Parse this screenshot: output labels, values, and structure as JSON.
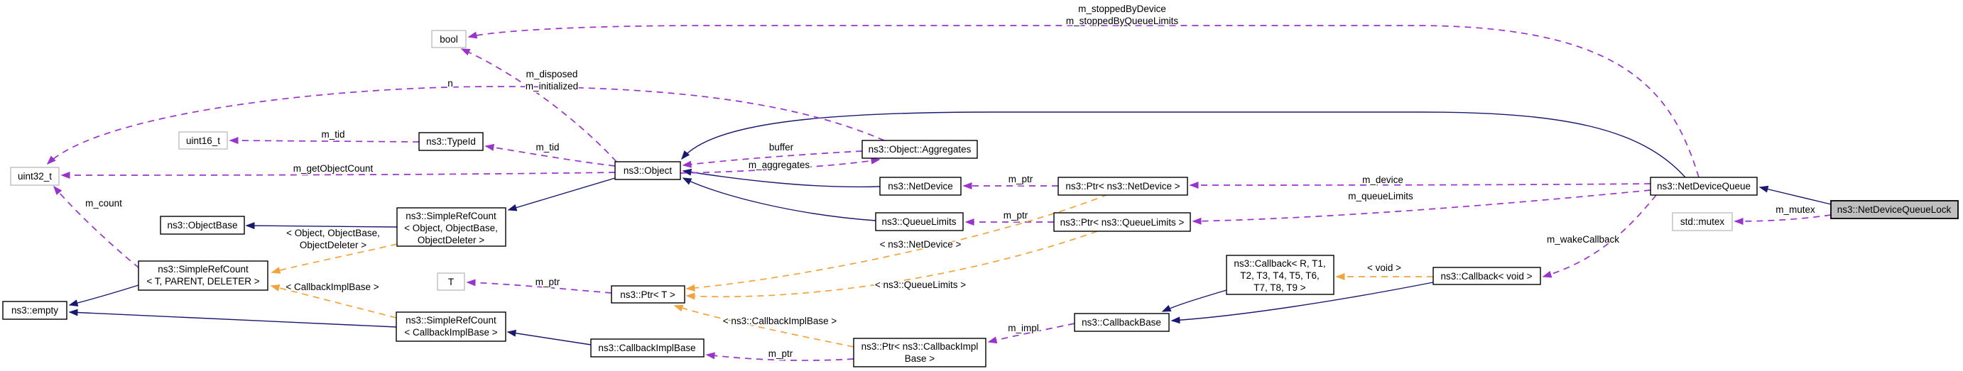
{
  "diagram": {
    "kind": "doxygen-collaboration-graph",
    "current_class": "ns3::NetDeviceQueueLock",
    "colors": {
      "inheritance_edge": "#191970",
      "usage_edge": "#9a32cd",
      "template_edge": "#f2a33c",
      "node_border": "#000000",
      "external_node_border": "#bebebe",
      "current_node_fill": "#bfbfbf",
      "background": "#ffffff"
    },
    "nodes": {
      "bool": {
        "label": "bool"
      },
      "uint16_t": {
        "label": "uint16_t"
      },
      "typeid": {
        "label": "ns3::TypeId"
      },
      "uint32_t": {
        "label": "uint32_t"
      },
      "object": {
        "label": "ns3::Object"
      },
      "aggregates": {
        "label": "ns3::Object::Aggregates"
      },
      "netdevice": {
        "label": "ns3::NetDevice"
      },
      "ptr_netdevice": {
        "label": "ns3::Ptr< ns3::NetDevice >"
      },
      "queuelimits": {
        "label": "ns3::QueueLimits"
      },
      "ptr_queuelimits": {
        "label": "ns3::Ptr< ns3::QueueLimits >"
      },
      "objectbase": {
        "label": "ns3::ObjectBase"
      },
      "simplerefcount_object": {
        "lines": [
          "ns3::SimpleRefCount",
          "< Object, ObjectBase,",
          "ObjectDeleter >"
        ]
      },
      "simplerefcount_t": {
        "lines": [
          "ns3::SimpleRefCount",
          "< T, PARENT, DELETER >"
        ]
      },
      "t": {
        "label": "T"
      },
      "ptr_t": {
        "label": "ns3::Ptr< T >"
      },
      "empty": {
        "label": "ns3::empty"
      },
      "simplerefcount_cib": {
        "lines": [
          "ns3::SimpleRefCount",
          "< CallbackImplBase >"
        ]
      },
      "callbackimplbase": {
        "label": "ns3::CallbackImplBase"
      },
      "ptr_callbackimplbase": {
        "lines": [
          "ns3::Ptr< ns3::CallbackImpl",
          "Base >"
        ]
      },
      "callbackbase": {
        "label": "ns3::CallbackBase"
      },
      "callback_r": {
        "lines": [
          "ns3::Callback< R, T1,",
          "T2, T3, T4, T5, T6,",
          "T7, T8, T9 >"
        ]
      },
      "callback_void": {
        "label": "ns3::Callback< void >"
      },
      "netdevicequeue": {
        "label": "ns3::NetDeviceQueue"
      },
      "std_mutex": {
        "label": "std::mutex"
      },
      "netdevicequeuelock": {
        "label": "ns3::NetDeviceQueueLock"
      }
    },
    "edge_labels": {
      "stopped": {
        "lines": [
          "m_stoppedByDevice",
          "m_stoppedByQueueLimits"
        ]
      },
      "n": {
        "text": "n"
      },
      "disposed": {
        "lines": [
          "m_disposed",
          "m_initialized"
        ]
      },
      "m_tid_typeid": {
        "text": "m_tid"
      },
      "m_tid_object": {
        "text": "m_tid"
      },
      "buffer": {
        "text": "buffer"
      },
      "m_aggregates": {
        "text": "m_aggregates"
      },
      "m_getObjectCount": {
        "text": "m_getObjectCount"
      },
      "m_count": {
        "text": "m_count"
      },
      "m_ptr_netdevice": {
        "text": "m_ptr"
      },
      "m_ptr_queuelimits": {
        "text": "m_ptr"
      },
      "m_device": {
        "text": "m_device"
      },
      "m_queueLimits": {
        "text": "m_queueLimits"
      },
      "tmpl_netdevice": {
        "text": "< ns3::NetDevice >"
      },
      "tmpl_object": {
        "lines": [
          "< Object, ObjectBase,",
          "ObjectDeleter >"
        ]
      },
      "tmpl_queuelimits": {
        "text": "< ns3::QueueLimits >"
      },
      "m_ptr_t": {
        "text": "m_ptr"
      },
      "tmpl_cib": {
        "text": "< CallbackImplBase >"
      },
      "tmpl_ns3cib": {
        "text": "< ns3::CallbackImplBase >"
      },
      "m_wakeCallback": {
        "text": "m_wakeCallback"
      },
      "tmpl_void": {
        "text": "< void >"
      },
      "m_impl": {
        "text": "m_impl"
      },
      "m_ptr_cib": {
        "text": "m_ptr"
      },
      "m_mutex": {
        "text": "m_mutex"
      }
    }
  }
}
